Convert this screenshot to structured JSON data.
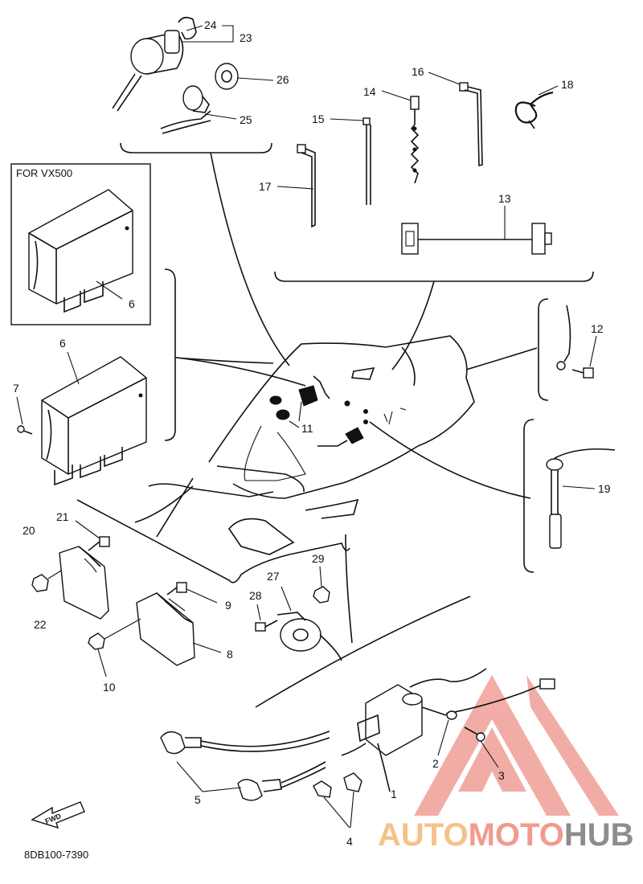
{
  "diagram": {
    "variant_box_title": "FOR VX500",
    "drawing_code": "8DB100-7390",
    "fwd_badge": "FWD",
    "callouts": {
      "p1": "1",
      "p2": "2",
      "p3": "3",
      "p4": "4",
      "p5": "5",
      "p6a": "6",
      "p6b": "6",
      "p7": "7",
      "p8": "8",
      "p9": "9",
      "p10": "10",
      "p11": "11",
      "p12": "12",
      "p13": "13",
      "p14": "14",
      "p15": "15",
      "p16": "16",
      "p17": "17",
      "p18": "18",
      "p19": "19",
      "p20": "20",
      "p21": "21",
      "p22": "22",
      "p23": "23",
      "p24": "24",
      "p25": "25",
      "p26": "26",
      "p27": "27",
      "p28": "28",
      "p29": "29"
    }
  },
  "watermark": {
    "part1": "AUTO",
    "part2": "MOTO",
    "part3": "HUB",
    "color_part1": "#f5c28a",
    "color_part2": "#f19a8e",
    "color_part3": "#8d8d8d",
    "triangle_color": "#e86a5e"
  }
}
